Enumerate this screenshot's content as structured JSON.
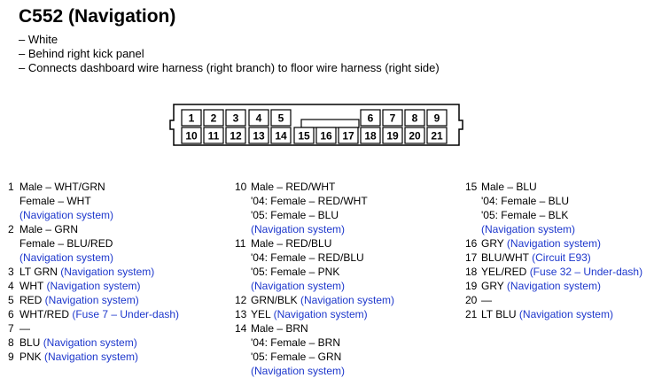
{
  "title": "C552 (Navigation)",
  "description": [
    "– White",
    "– Behind right kick panel",
    "– Connects dashboard wire harness (right branch) to floor wire harness (right side)"
  ],
  "connector": {
    "top_row": [
      "1",
      "2",
      "3",
      "4",
      "5",
      "6",
      "7",
      "8",
      "9"
    ],
    "bottom_row": [
      "10",
      "11",
      "12",
      "13",
      "14",
      "15",
      "16",
      "17",
      "18",
      "19",
      "20",
      "21"
    ]
  },
  "colors": {
    "text": "#000000",
    "link": "#1d37cc"
  },
  "columns": [
    [
      {
        "num": "1",
        "lines": [
          [
            {
              "t": "Male – WHT/GRN"
            }
          ],
          [
            {
              "t": "Female – WHT"
            }
          ],
          [
            {
              "t": "(Navigation system)",
              "blue": true
            }
          ]
        ]
      },
      {
        "num": "2",
        "lines": [
          [
            {
              "t": "Male – GRN"
            }
          ],
          [
            {
              "t": "Female – BLU/RED"
            }
          ],
          [
            {
              "t": "(Navigation system)",
              "blue": true
            }
          ]
        ]
      },
      {
        "num": "3",
        "lines": [
          [
            {
              "t": "LT GRN "
            },
            {
              "t": "(Navigation system)",
              "blue": true
            }
          ]
        ]
      },
      {
        "num": "4",
        "lines": [
          [
            {
              "t": "WHT "
            },
            {
              "t": "(Navigation system)",
              "blue": true
            }
          ]
        ]
      },
      {
        "num": "5",
        "lines": [
          [
            {
              "t": "RED "
            },
            {
              "t": "(Navigation system)",
              "blue": true
            }
          ]
        ]
      },
      {
        "num": "6",
        "lines": [
          [
            {
              "t": "WHT/RED "
            },
            {
              "t": "(Fuse 7 – Under-dash)",
              "blue": true
            }
          ]
        ]
      },
      {
        "num": "7",
        "lines": [
          [
            {
              "t": "—"
            }
          ]
        ]
      },
      {
        "num": "8",
        "lines": [
          [
            {
              "t": "BLU "
            },
            {
              "t": "(Navigation system)",
              "blue": true
            }
          ]
        ]
      },
      {
        "num": "9",
        "lines": [
          [
            {
              "t": "PNK "
            },
            {
              "t": "(Navigation system)",
              "blue": true
            }
          ]
        ]
      }
    ],
    [
      {
        "num": "10",
        "lines": [
          [
            {
              "t": "Male – RED/WHT"
            }
          ],
          [
            {
              "t": "'04: Female – RED/WHT"
            }
          ],
          [
            {
              "t": "'05: Female – BLU"
            }
          ],
          [
            {
              "t": "(Navigation system)",
              "blue": true
            }
          ]
        ]
      },
      {
        "num": "11",
        "lines": [
          [
            {
              "t": "Male – RED/BLU"
            }
          ],
          [
            {
              "t": "'04: Female – RED/BLU"
            }
          ],
          [
            {
              "t": "'05: Female – PNK"
            }
          ],
          [
            {
              "t": "(Navigation system)",
              "blue": true
            }
          ]
        ]
      },
      {
        "num": "12",
        "lines": [
          [
            {
              "t": "GRN/BLK "
            },
            {
              "t": "(Navigation system)",
              "blue": true
            }
          ]
        ]
      },
      {
        "num": "13",
        "lines": [
          [
            {
              "t": "YEL "
            },
            {
              "t": "(Navigation system)",
              "blue": true
            }
          ]
        ]
      },
      {
        "num": "14",
        "lines": [
          [
            {
              "t": "Male – BRN"
            }
          ],
          [
            {
              "t": "'04: Female – BRN"
            }
          ],
          [
            {
              "t": "'05: Female – GRN"
            }
          ],
          [
            {
              "t": "(Navigation system)",
              "blue": true
            }
          ]
        ]
      }
    ],
    [
      {
        "num": "15",
        "lines": [
          [
            {
              "t": "Male – BLU"
            }
          ],
          [
            {
              "t": "'04: Female – BLU"
            }
          ],
          [
            {
              "t": "'05: Female – BLK"
            }
          ],
          [
            {
              "t": "(Navigation system)",
              "blue": true
            }
          ]
        ]
      },
      {
        "num": "16",
        "lines": [
          [
            {
              "t": "GRY "
            },
            {
              "t": "(Navigation system)",
              "blue": true
            }
          ]
        ]
      },
      {
        "num": "17",
        "lines": [
          [
            {
              "t": "BLU/WHT "
            },
            {
              "t": "(Circuit E93)",
              "blue": true
            }
          ]
        ]
      },
      {
        "num": "18",
        "lines": [
          [
            {
              "t": "YEL/RED "
            },
            {
              "t": "(Fuse 32 – Under-dash)",
              "blue": true
            }
          ]
        ]
      },
      {
        "num": "19",
        "lines": [
          [
            {
              "t": "GRY "
            },
            {
              "t": "(Navigation system)",
              "blue": true
            }
          ]
        ]
      },
      {
        "num": "20",
        "lines": [
          [
            {
              "t": "—"
            }
          ]
        ]
      },
      {
        "num": "21",
        "lines": [
          [
            {
              "t": "LT BLU "
            },
            {
              "t": "(Navigation system)",
              "blue": true
            }
          ]
        ]
      }
    ]
  ]
}
